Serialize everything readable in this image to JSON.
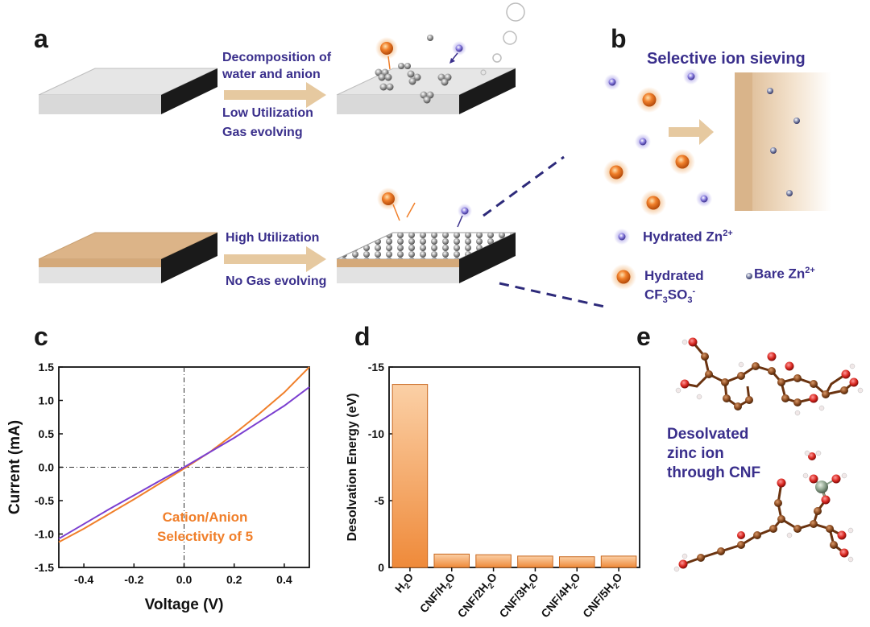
{
  "panels": {
    "a": "a",
    "b": "b",
    "c": "c",
    "d": "d",
    "e": "e"
  },
  "panel_a": {
    "top_arrow_upper": "Decomposition of",
    "top_arrow_upper2": "water and anion",
    "top_arrow_lower": "Low Utilization",
    "top_arrow_lower2": "Gas evolving",
    "bottom_arrow_upper": "High Utilization",
    "bottom_arrow_lower": "No Gas evolving"
  },
  "panel_b": {
    "title": "Selective ion sieving",
    "legend_hydrated_zn": "Hydrated Zn",
    "legend_hydrated_zn_sup": "2+",
    "legend_hydrated_anion_1": "Hydrated",
    "legend_hydrated_anion_2": "CF",
    "legend_hydrated_anion_sub3": "3",
    "legend_hydrated_anion_so": "SO",
    "legend_hydrated_anion_sub3b": "3",
    "legend_hydrated_anion_sup": "-",
    "legend_bare_zn": "Bare Zn",
    "legend_bare_zn_sup": "2+"
  },
  "panel_e": {
    "label_line1": "Desolvated",
    "label_line2": "zinc ion",
    "label_line3": "through CNF"
  },
  "colors": {
    "blue_text": "#3a2f8c",
    "orange": "#f07f2a",
    "purple": "#7b3fd0",
    "bar_fill": "#f5a65f",
    "arrow": "#e6c9a0"
  },
  "chart_data": [
    {
      "type": "line",
      "panel": "c",
      "xlabel": "Voltage (V)",
      "ylabel": "Current (mA)",
      "xlim": [
        -0.5,
        0.5
      ],
      "ylim": [
        -1.5,
        1.5
      ],
      "xticks": [
        "-0.4",
        "-0.2",
        "0.0",
        "0.2",
        "0.4"
      ],
      "xtick_values": [
        -0.4,
        -0.2,
        0.0,
        0.2,
        0.4
      ],
      "yticks": [
        "-1.5",
        "-1.0",
        "-0.5",
        "0.0",
        "0.5",
        "1.0",
        "1.5"
      ],
      "ytick_values": [
        -1.5,
        -1.0,
        -0.5,
        0.0,
        0.5,
        1.0,
        1.5
      ],
      "annotation_line1": "Cation/Anion",
      "annotation_line2": "Selectivity of 5",
      "series": [
        {
          "color": "#f07f2a",
          "x": [
            -0.5,
            -0.4,
            -0.3,
            -0.2,
            -0.1,
            0.0,
            0.1,
            0.2,
            0.3,
            0.4,
            0.5
          ],
          "y": [
            -1.12,
            -0.92,
            -0.7,
            -0.48,
            -0.25,
            -0.02,
            0.22,
            0.5,
            0.8,
            1.12,
            1.5
          ]
        },
        {
          "color": "#7b3fd0",
          "x": [
            -0.5,
            -0.4,
            -0.3,
            -0.2,
            -0.1,
            0.0,
            0.1,
            0.2,
            0.3,
            0.4,
            0.5
          ],
          "y": [
            -1.07,
            -0.85,
            -0.63,
            -0.42,
            -0.21,
            0.0,
            0.22,
            0.44,
            0.68,
            0.92,
            1.2
          ]
        }
      ]
    },
    {
      "type": "bar",
      "panel": "d",
      "ylabel": "Desolvation Energy (eV)",
      "ylim": [
        0,
        -15
      ],
      "yticks": [
        "-15",
        "-10",
        "-5",
        "0"
      ],
      "ytick_values": [
        -15,
        -10,
        -5,
        0
      ],
      "categories": [
        "H2O",
        "CNF/H2O",
        "CNF/2H2O",
        "CNF/3H2O",
        "CNF/4H2O",
        "CNF/5H2O"
      ],
      "category_labels": [
        {
          "a": "H",
          "s": "2",
          "b": "O"
        },
        {
          "a": "CNF/H",
          "s": "2",
          "b": "O"
        },
        {
          "a": "CNF/2H",
          "s": "2",
          "b": "O"
        },
        {
          "a": "CNF/3H",
          "s": "2",
          "b": "O"
        },
        {
          "a": "CNF/4H",
          "s": "2",
          "b": "O"
        },
        {
          "a": "CNF/5H",
          "s": "2",
          "b": "O"
        }
      ],
      "values": [
        -13.7,
        -1.0,
        -0.95,
        -0.85,
        -0.8,
        -0.85
      ]
    }
  ]
}
